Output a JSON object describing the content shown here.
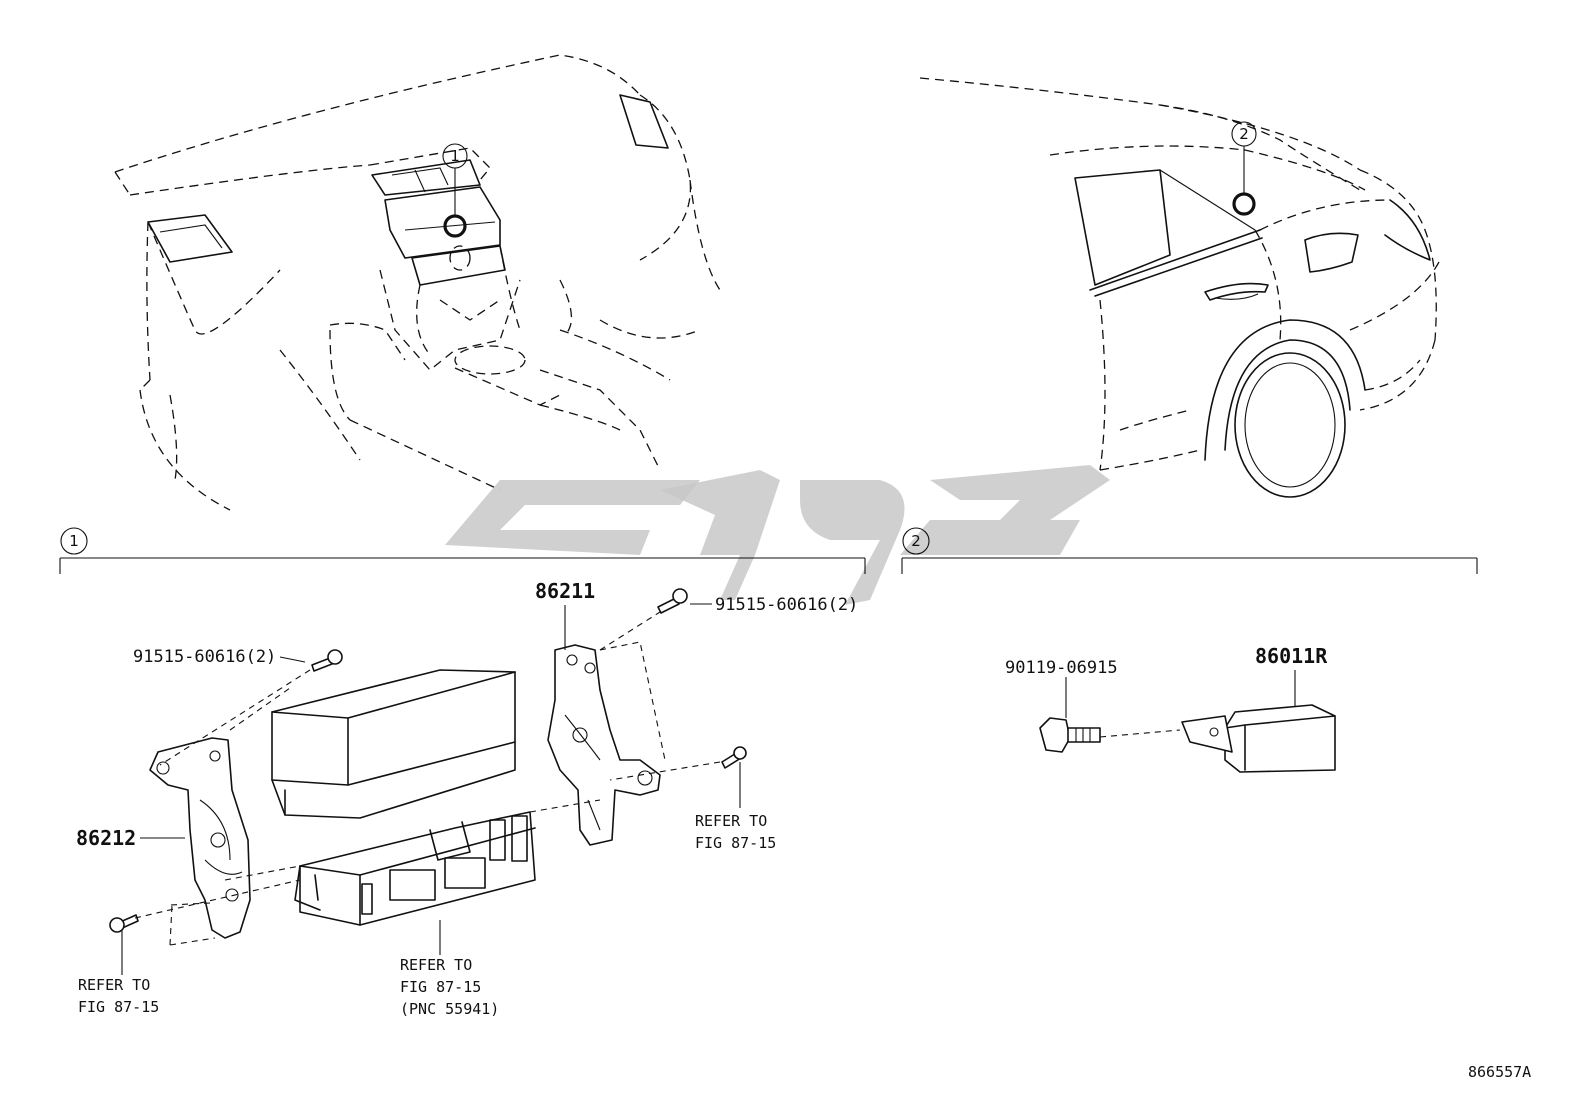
{
  "callouts": {
    "one": "1",
    "two": "2"
  },
  "section1": {
    "index": "1",
    "parts": {
      "bracket_right": "86211",
      "bracket_left": "86212",
      "screw_top_right": "91515-60616(2)",
      "screw_top_left": "91515-60616(2)"
    },
    "refer_right": [
      "REFER TO",
      "FIG 87-15"
    ],
    "refer_left": [
      "REFER TO",
      "FIG 87-15"
    ],
    "refer_bottom": [
      "REFER TO",
      "FIG 87-15",
      "(PNC 55941)"
    ]
  },
  "section2": {
    "index": "2",
    "parts": {
      "bolt": "90119-06915",
      "module": "86011R"
    }
  },
  "diagram_code": "866557A",
  "icons": {
    "watermark": "brand-watermark-logo"
  }
}
